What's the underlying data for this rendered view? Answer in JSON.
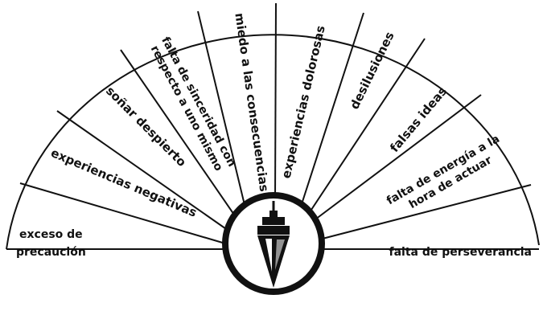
{
  "segments": [
    {
      "id": "seg-0",
      "lines": [
        "exceso de",
        "precaución"
      ]
    },
    {
      "id": "seg-1",
      "lines": [
        "experiencias negativas"
      ]
    },
    {
      "id": "seg-2",
      "lines": [
        "soñar despierto"
      ]
    },
    {
      "id": "seg-3",
      "lines": [
        "falta de sinceridad con",
        "respecto a uno mismo"
      ]
    },
    {
      "id": "seg-4",
      "lines": [
        "miedo a las consecuencias"
      ]
    },
    {
      "id": "seg-5",
      "lines": [
        "experiencias dolorosas"
      ]
    },
    {
      "id": "seg-6",
      "lines": [
        "desilusiones"
      ]
    },
    {
      "id": "seg-7",
      "lines": [
        "falsas ideas"
      ]
    },
    {
      "id": "seg-8",
      "lines": [
        "falta de energía a la",
        "hora de actuar"
      ]
    },
    {
      "id": "seg-9",
      "lines": [
        "falta de perseverancia"
      ]
    }
  ],
  "colors": {
    "ink": "#111111",
    "background": "#ffffff"
  },
  "icons": {
    "center": "pendulum-icon"
  }
}
